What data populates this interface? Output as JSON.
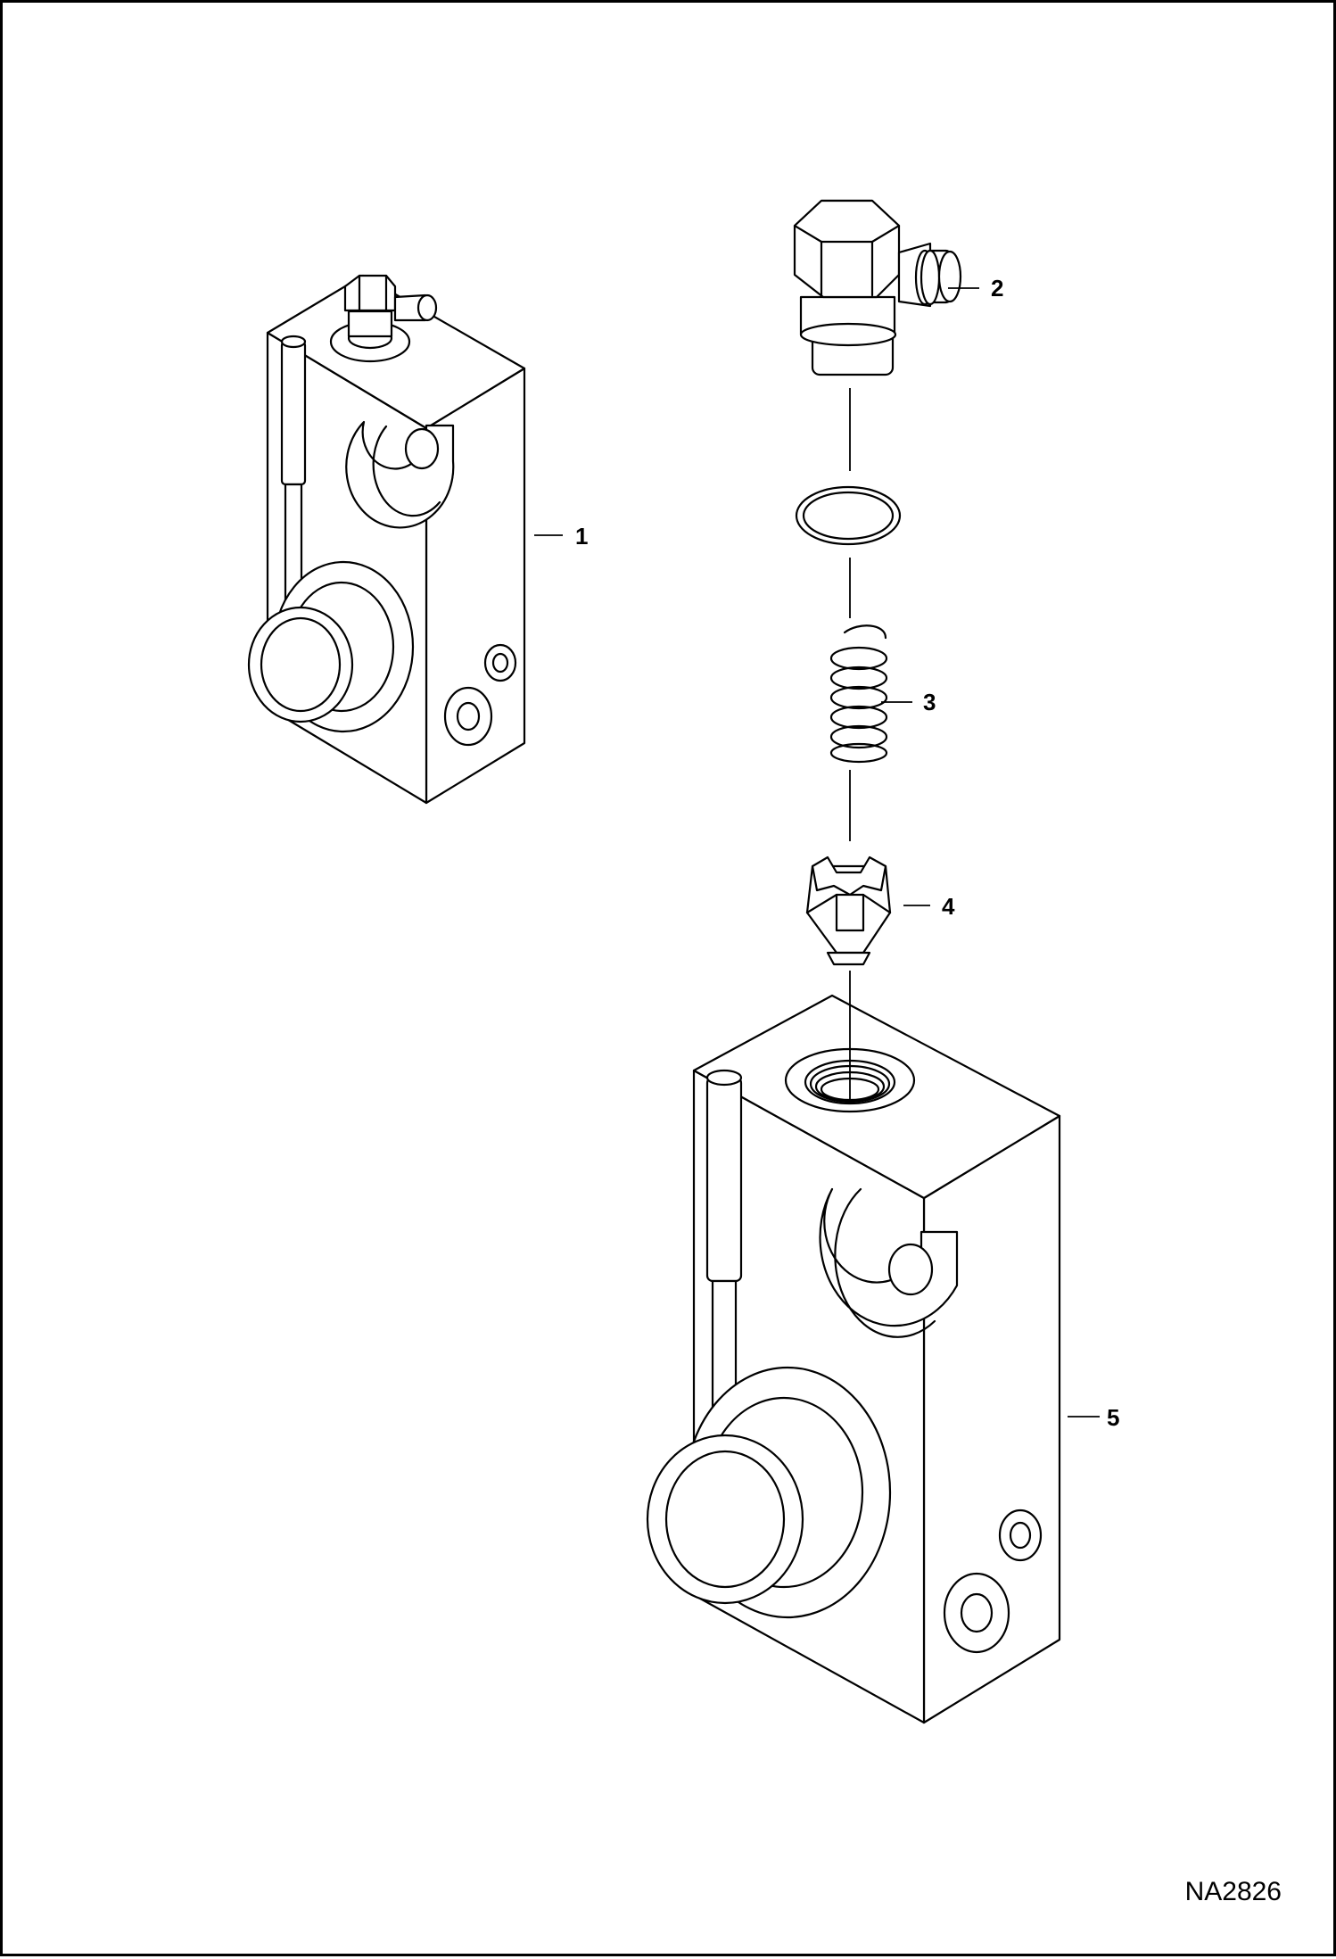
{
  "callouts": [
    {
      "id": "1"
    },
    {
      "id": "2"
    },
    {
      "id": "3"
    },
    {
      "id": "4"
    },
    {
      "id": "5"
    }
  ],
  "drawing_id": "NA2826",
  "parts": {
    "assembled_valve": "valve-assembly",
    "fitting": "elbow-fitting",
    "o_ring": "o-ring",
    "spring": "spring",
    "poppet": "poppet",
    "valve_body": "valve-body"
  }
}
